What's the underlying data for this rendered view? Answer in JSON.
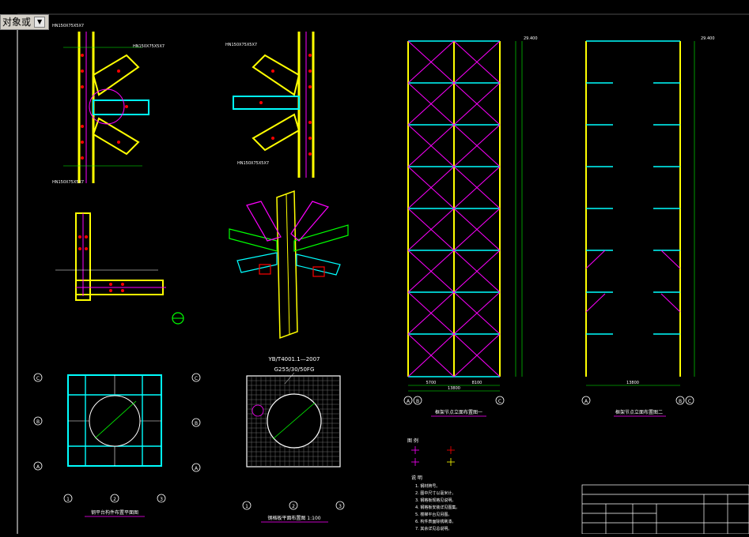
{
  "toolbar": {
    "label": "对象或",
    "dropdown_icon": "chevron-down-icon"
  },
  "drawing": {
    "left_top_titles": [
      "HN150X75X5X7",
      "HN150X75X5X7",
      "HN150X75X5X7"
    ],
    "mid_top_titles": [
      "HN150X75X5X7",
      "HN150X75X5X7"
    ],
    "axis_a": "A",
    "axis_b": "B",
    "axis_c": "C",
    "axis_1": "1",
    "axis_2": "2",
    "axis_3": "3",
    "standard": "YB/T4001.1—2007",
    "grating_spec": "G255/30/50FG",
    "elev_top": "29.400",
    "dim_bottom_1": "5700",
    "dim_bottom_2": "8100",
    "dim_total": "13800",
    "caption_plan_1": "钢平台构件布置平面图",
    "caption_plan_2": "钢格板平面布置图 1:100",
    "caption_elev_1": "框架节点立面布置图一",
    "caption_elev_2": "框架节点立面布置图二",
    "legend_title": "图 例",
    "notes_title": "说 明",
    "notes": [
      "1. 钢材牌号。",
      "2. 图中尺寸以毫米计。",
      "3. 钢格板规格见说明。",
      "4. 钢格板安装详见图集。",
      "5. 楼梯平台见另图。",
      "6. 构件表面除锈刷漆。",
      "7. 其余详见总说明。"
    ],
    "titleblock_header": "",
    "titleblock_project": ""
  },
  "colors": {
    "background": "#000000",
    "yellow": "#ffff00",
    "cyan": "#00ffff",
    "magenta": "#ff00ff",
    "green": "#00ff00",
    "red": "#ff0000",
    "white": "#ffffff",
    "blue": "#0000ff"
  }
}
